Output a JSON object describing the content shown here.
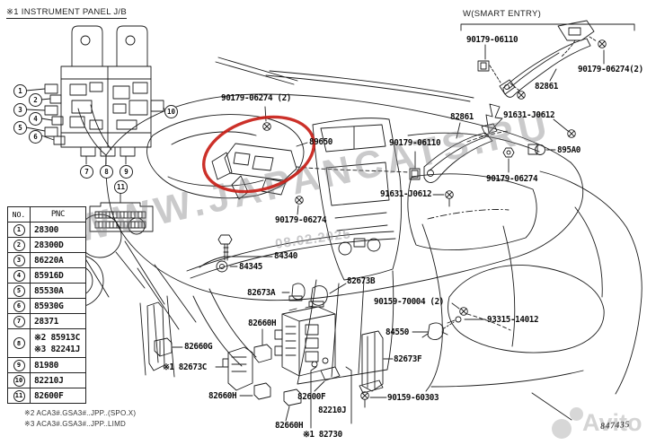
{
  "jb": {
    "title": "※1 INSTRUMENT PANEL J/B",
    "callouts": [
      "1",
      "2",
      "3",
      "4",
      "5",
      "6",
      "7",
      "8",
      "9",
      "10",
      "11"
    ]
  },
  "table": {
    "col_no": "NO.",
    "col_pnc": "PNC",
    "rows": [
      {
        "no": "1",
        "pnc": "28300"
      },
      {
        "no": "2",
        "pnc": "28300D"
      },
      {
        "no": "3",
        "pnc": "86220A"
      },
      {
        "no": "4",
        "pnc": "85916D"
      },
      {
        "no": "5",
        "pnc": "85530A"
      },
      {
        "no": "6",
        "pnc": "85930G"
      },
      {
        "no": "7",
        "pnc": "28371"
      },
      {
        "no": "8",
        "pnc": "※2 85913C",
        "pnc2": "※3 82241J"
      },
      {
        "no": "9",
        "pnc": "81980"
      },
      {
        "no": "10",
        "pnc": "82210J"
      },
      {
        "no": "11",
        "pnc": "82600F"
      }
    ]
  },
  "notes": {
    "line1": "※2 ACA3#.GSA3#..JPP..(SPO.X)",
    "line2": "※3 ACA3#.GSA3#..JPP..LIMD"
  },
  "smart_entry": {
    "title": "W(SMART ENTRY)",
    "nut_upper": "90179-06110",
    "nut_side": "90179-06274(2)",
    "bracket": "82861"
  },
  "part_labels": {
    "screw_top_center": "90179-06274 (2)",
    "ecu": "89650",
    "clip_center": "90179-06110",
    "bracket_center": "82861",
    "screw_right_top": "91631-J0612",
    "sensor": "895A0",
    "nut_right": "90179-06274",
    "screw_center": "91631-J0612",
    "screw_mid": "90179-06274",
    "reinforcement": "84340",
    "bolt_mid": "84345",
    "clamp_a": "82673A",
    "clamp_b": "82673B",
    "screw_console": "90159-70004 (2)",
    "pin_console": "93315-14012",
    "clamp_console": "84550",
    "brace_f": "82673F",
    "bolt_floor": "90159-60303",
    "relay_h1": "82660H",
    "relay_g": "82660G",
    "block_c": "※1 82673C",
    "relay_h2": "82660H",
    "cover_f": "82600F",
    "block_j": "82210J",
    "relay_h3": "82660H",
    "jb_main": "※1 82730"
  },
  "watermarks": {
    "site": "WWW.JAPANCATS.RU",
    "date": "08.02.2025",
    "brand": "Avito",
    "fig_no": "847435"
  },
  "colors": {
    "highlight": "#c81f17",
    "line": "#1c1c1c",
    "watermark": "#808082",
    "brand_gray": "#cdcdcd"
  }
}
